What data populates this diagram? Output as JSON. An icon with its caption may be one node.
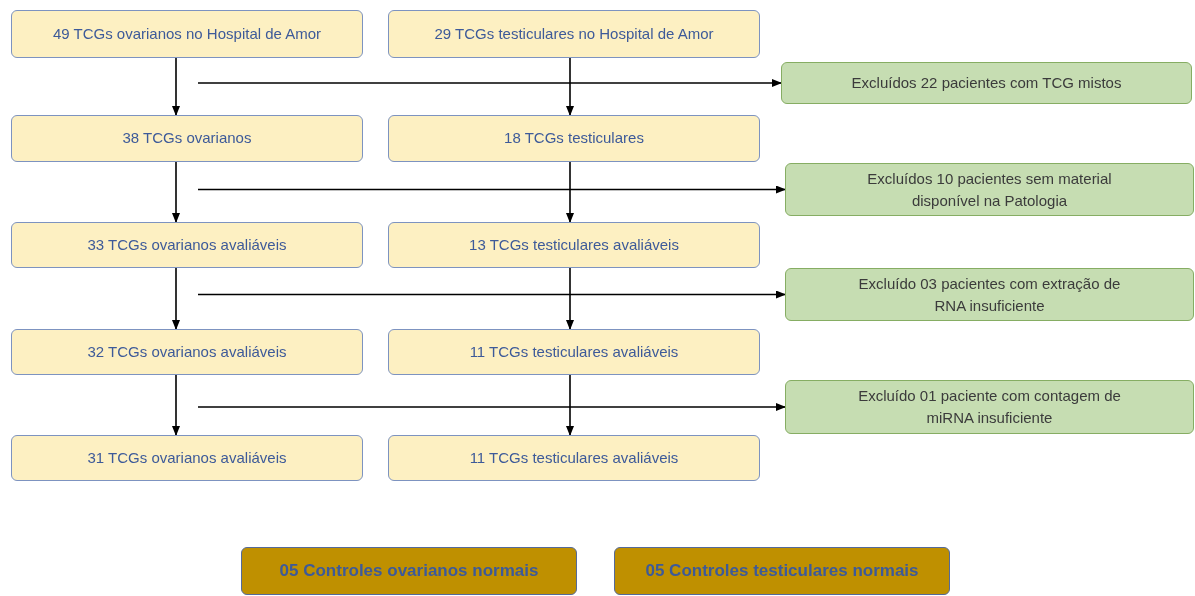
{
  "diagram": {
    "nodes": [
      {
        "text": [
          "49 TCGs ovarianos no Hospital de Amor"
        ]
      },
      {
        "text": [
          "29 TCGs testiculares no Hospital de Amor"
        ]
      },
      {
        "text": [
          "Excluídos 22 pacientes com TCG mistos"
        ]
      },
      {
        "text": [
          "38 TCGs ovarianos"
        ]
      },
      {
        "text": [
          "18 TCGs testiculares"
        ]
      },
      {
        "text": [
          "Excluídos 10 pacientes sem material disponível na Patologia"
        ]
      },
      {
        "text": [
          "33 TCGs ovarianos avaliáveis"
        ]
      },
      {
        "text": [
          "13 TCGs testiculares avaliáveis"
        ]
      },
      {
        "text": [
          "Excluído 03 pacientes com extração de RNA insuficiente"
        ]
      },
      {
        "text": [
          "32 TCGs ovarianos avaliáveis"
        ]
      },
      {
        "text": [
          "11 TCGs testiculares avaliáveis"
        ]
      },
      {
        "text": [
          "Excluído 01 paciente com contagem de miRNA insuficiente"
        ]
      },
      {
        "text": [
          "31 TCGs ovarianos avaliáveis"
        ]
      },
      {
        "text": [
          "11 TCGs testiculares avaliáveis"
        ]
      },
      {
        "text": [
          "05 Controles ovarianos normais"
        ]
      },
      {
        "text": [
          "05 Controles testiculares normais"
        ]
      }
    ],
    "edges": [
      {
        "from": 0,
        "to": 3,
        "arrow": "to"
      },
      {
        "from": 1,
        "to": 4,
        "arrow": "to"
      },
      {
        "from": null,
        "to": 2,
        "arrow": "to"
      },
      {
        "from": 3,
        "to": 6,
        "arrow": "to"
      },
      {
        "from": 4,
        "to": 7,
        "arrow": "to"
      },
      {
        "from": null,
        "to": 5,
        "arrow": "to"
      },
      {
        "from": 6,
        "to": 9,
        "arrow": "to"
      },
      {
        "from": 7,
        "to": 10,
        "arrow": "to"
      },
      {
        "from": null,
        "to": 8,
        "arrow": "to"
      },
      {
        "from": 9,
        "to": 12,
        "arrow": "to"
      },
      {
        "from": 10,
        "to": 13,
        "arrow": "to"
      },
      {
        "from": null,
        "to": 11,
        "arrow": "to"
      }
    ]
  }
}
